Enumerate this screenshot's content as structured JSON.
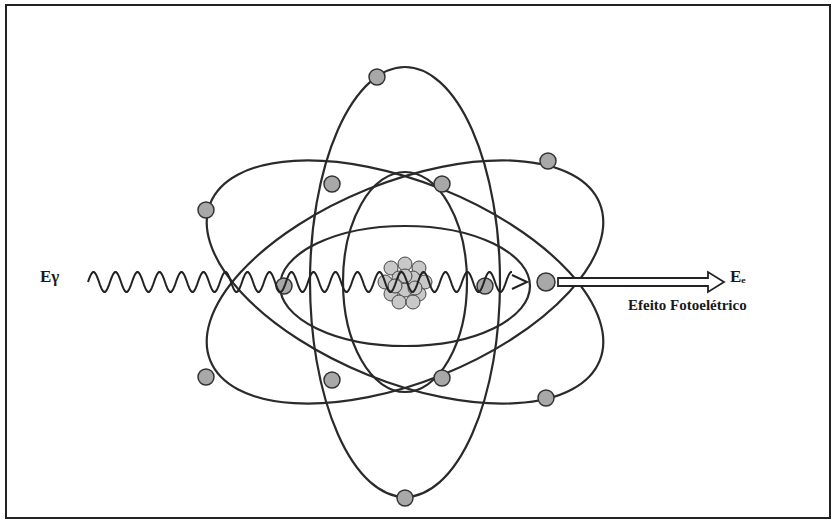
{
  "diagram": {
    "labels": [
      "Eγ",
      "Eₑ",
      "Efeito Fotoelétrico"
    ]
  }
}
